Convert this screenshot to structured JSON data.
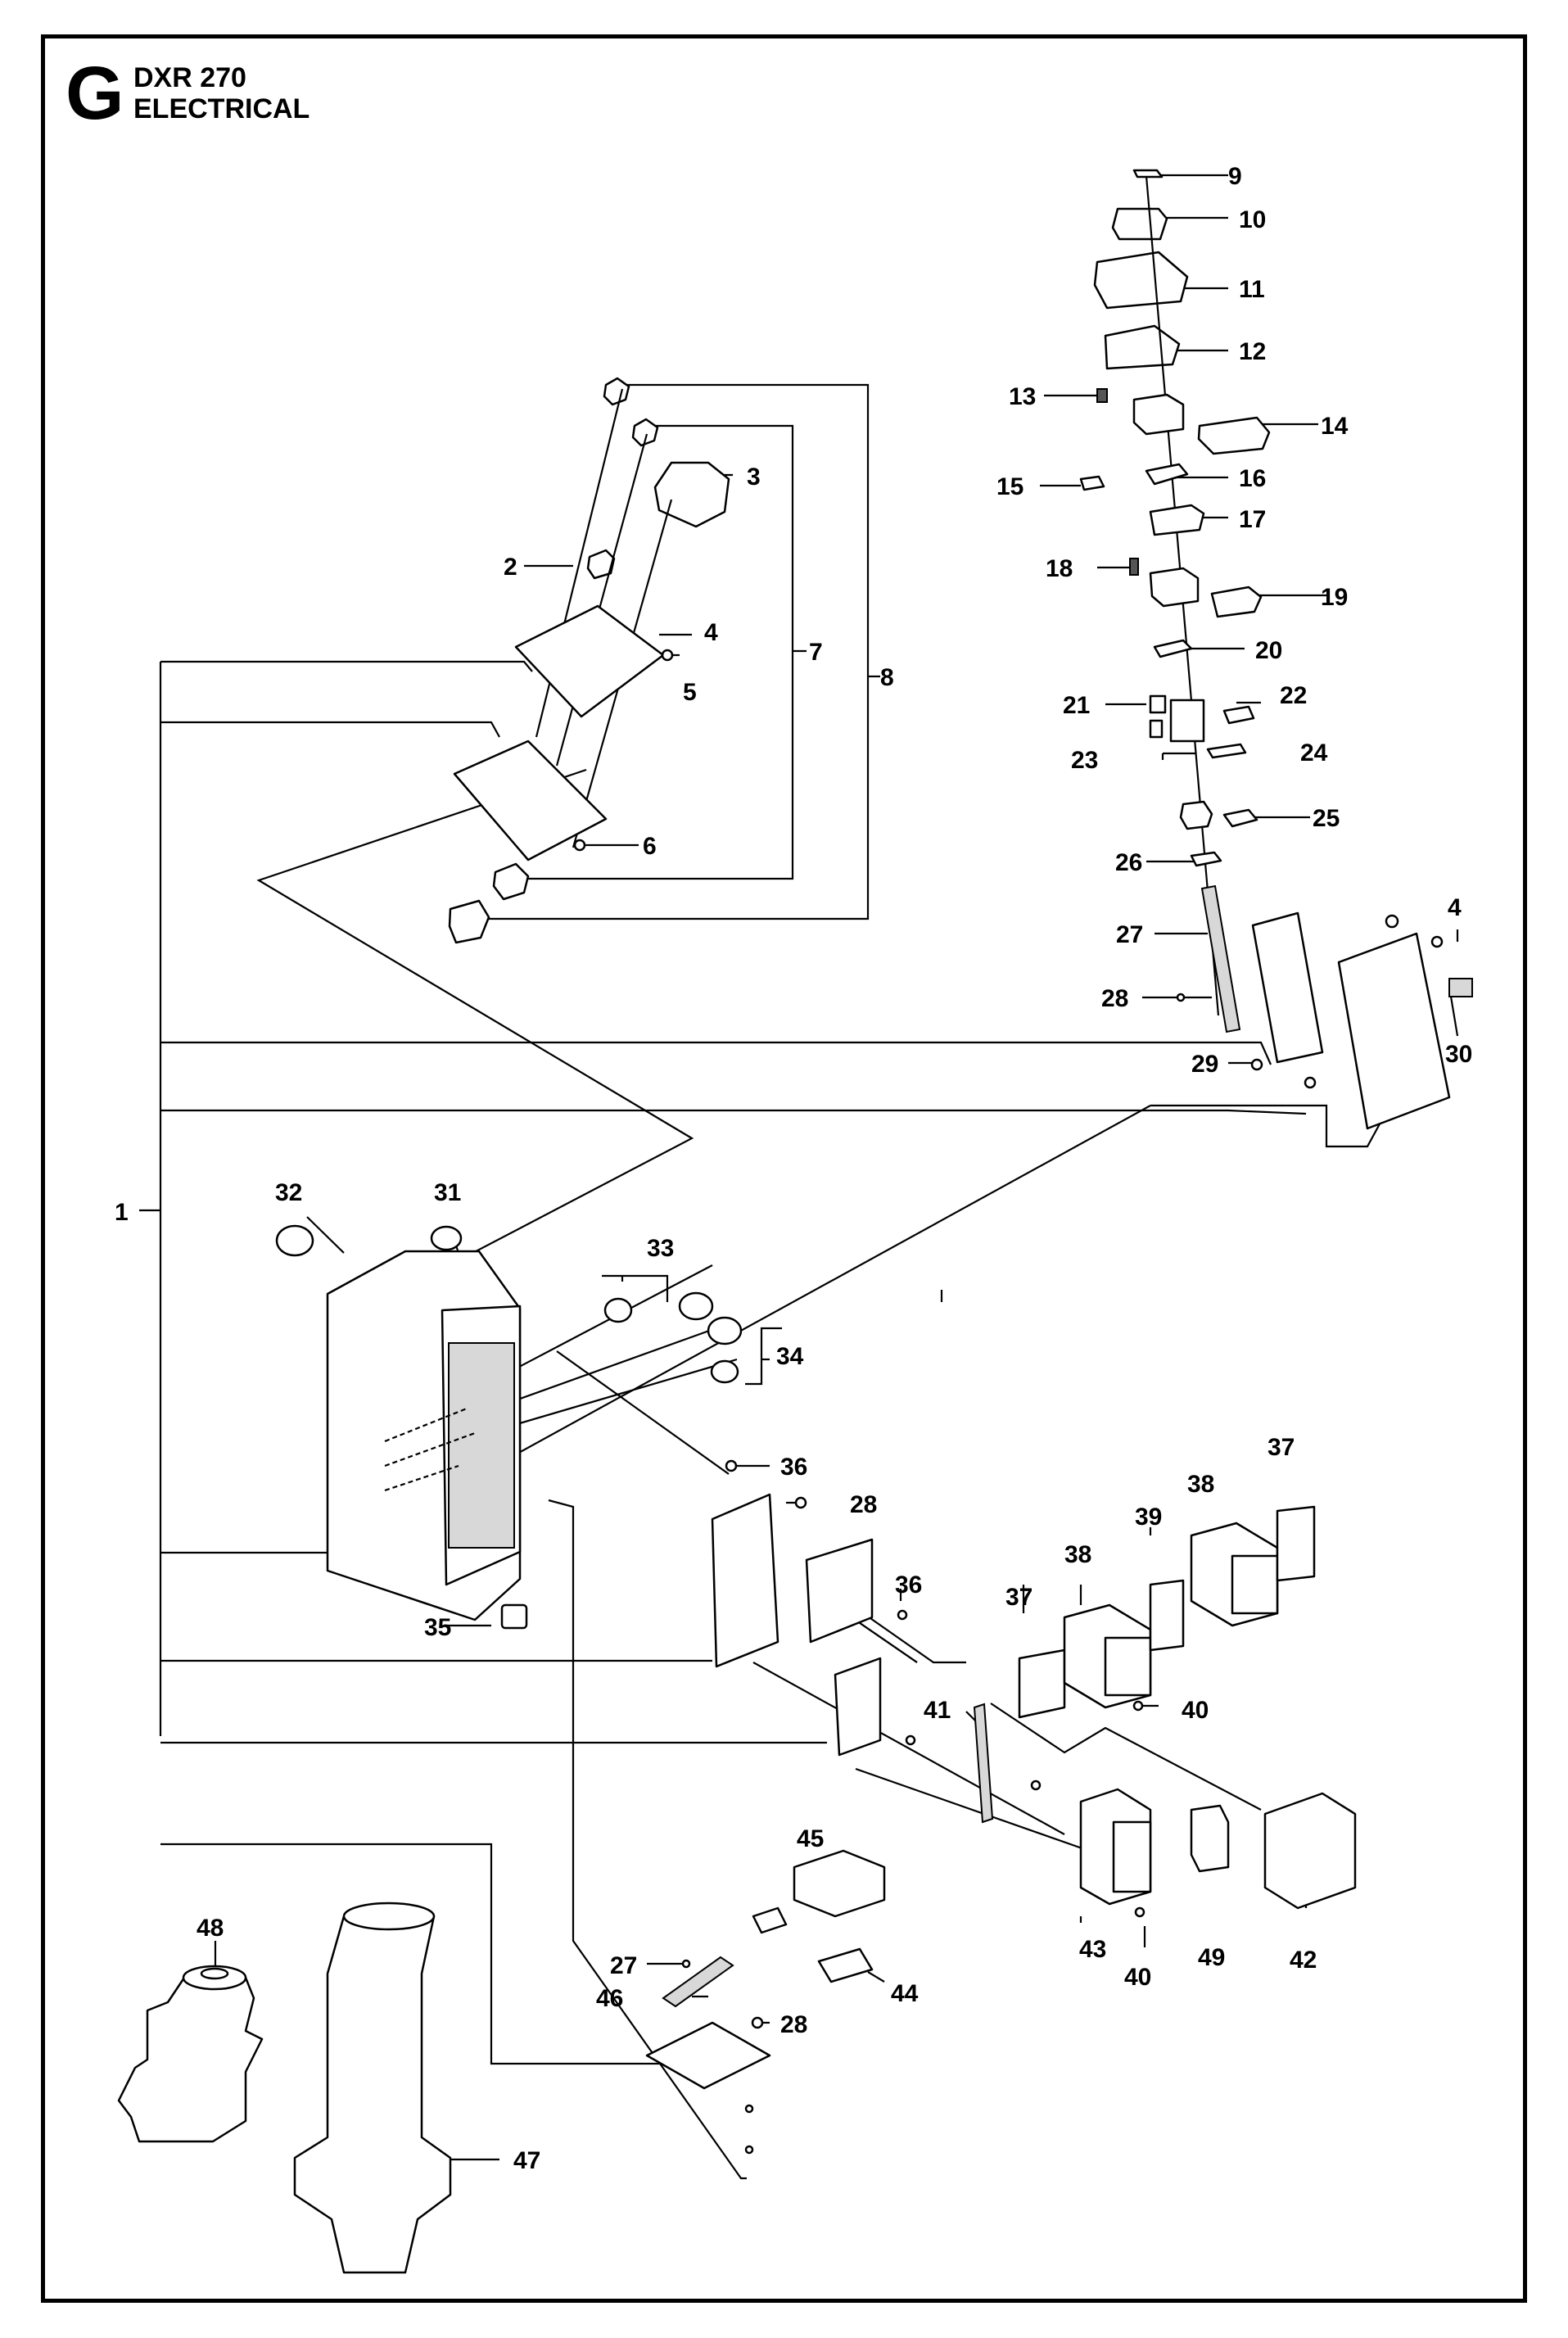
{
  "header": {
    "section_letter": "G",
    "model": "DXR 270",
    "section_title": "ELECTRICAL"
  },
  "part_labels": [
    "1",
    "2",
    "3",
    "4",
    "5",
    "6",
    "7",
    "8",
    "9",
    "10",
    "11",
    "12",
    "13",
    "14",
    "15",
    "16",
    "17",
    "18",
    "19",
    "20",
    "21",
    "22",
    "23",
    "24",
    "25",
    "26",
    "27",
    "28",
    "29",
    "30",
    "31",
    "32",
    "33",
    "34",
    "35",
    "36",
    "37",
    "38",
    "39",
    "40",
    "41",
    "42",
    "43",
    "44",
    "45",
    "46",
    "47",
    "48",
    "49"
  ]
}
